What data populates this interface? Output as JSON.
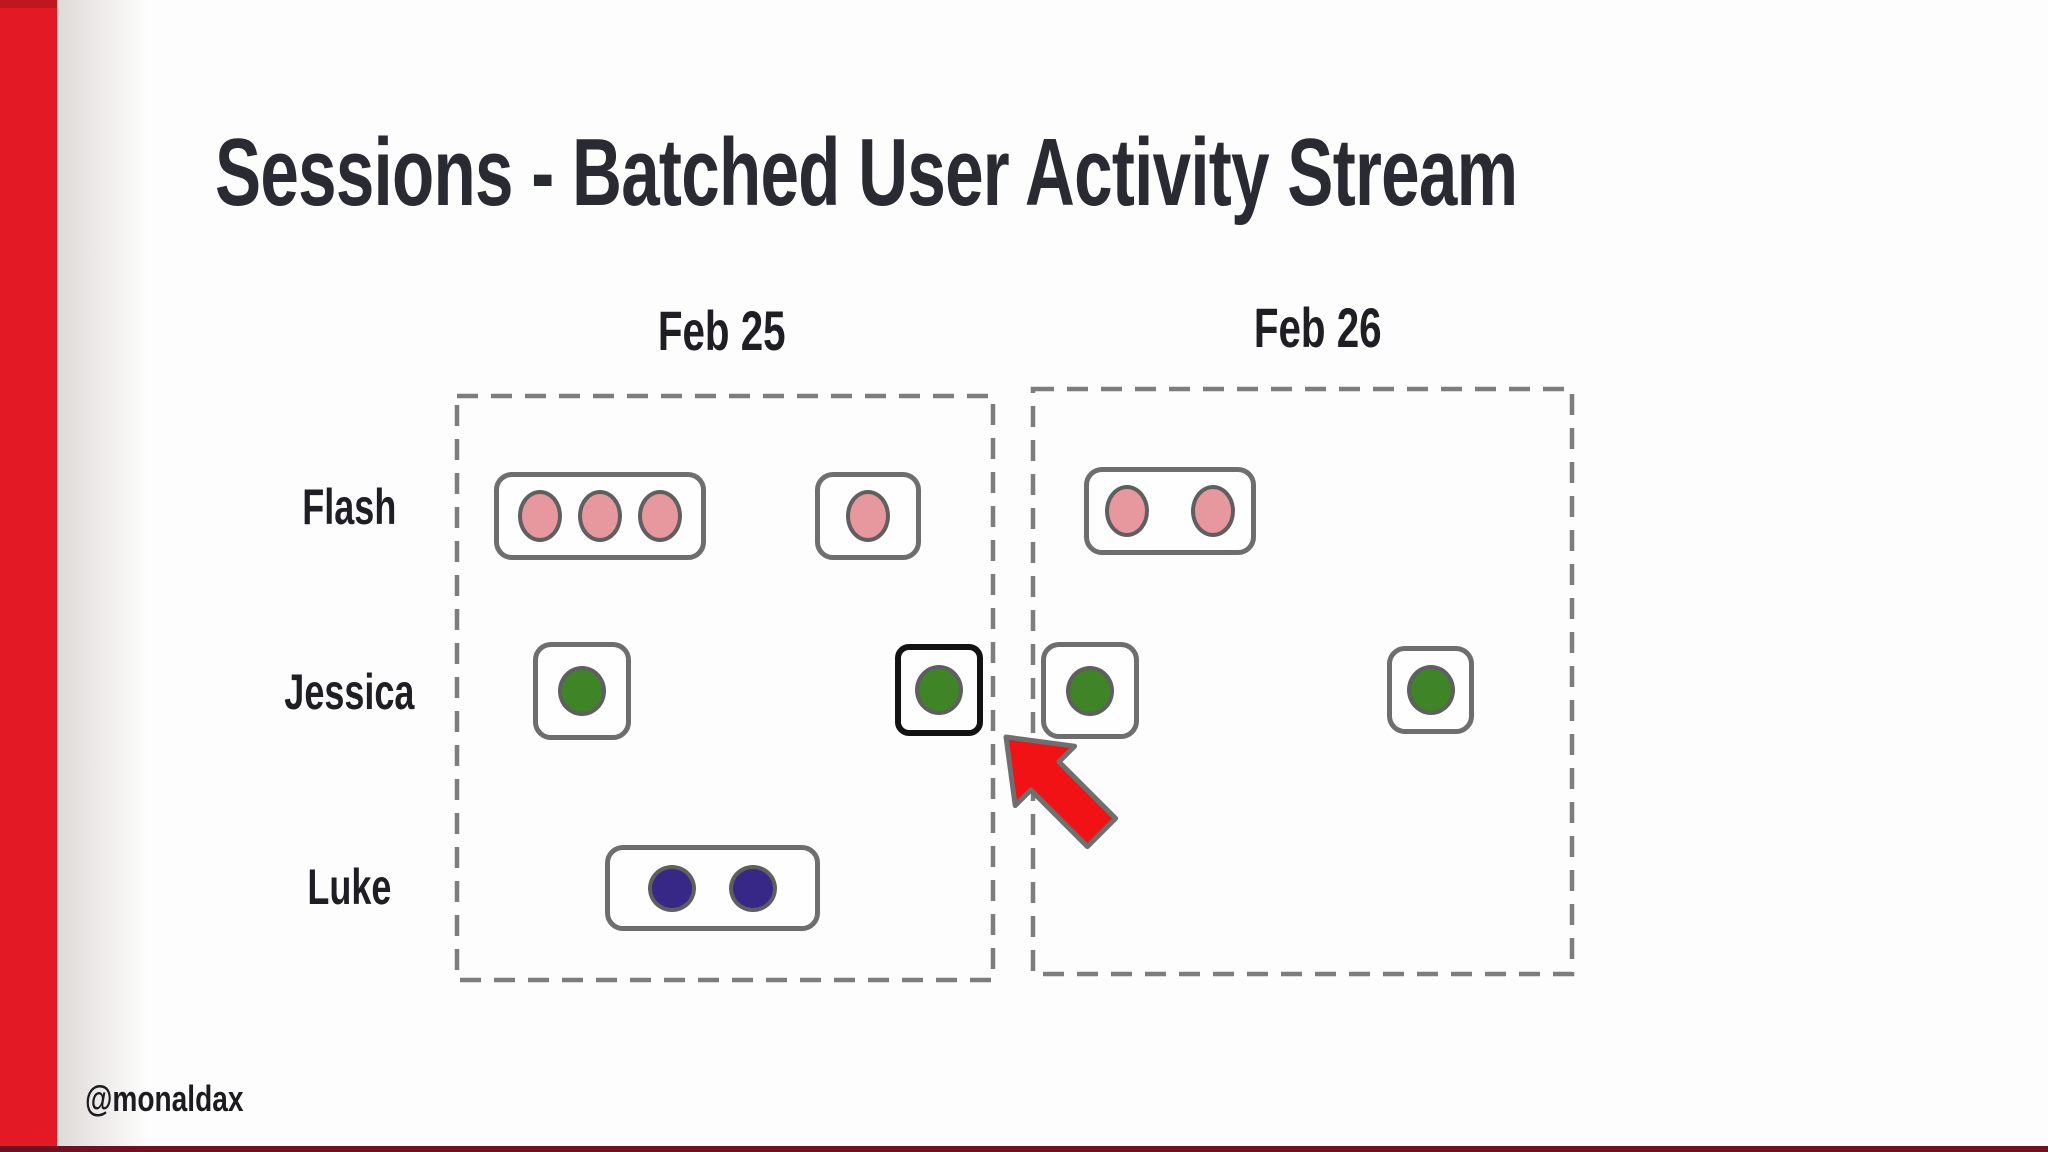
{
  "slide": {
    "title": "Sessions - Batched User Activity Stream",
    "footer_handle": "@monaldax",
    "columns": [
      "Feb 25",
      "Feb 26"
    ],
    "rows": [
      "Flash",
      "Jessica",
      "Luke"
    ]
  },
  "colors": {
    "sidebar_red": "#e31926",
    "bottom_strip_maroon": "#6f1120",
    "arrow_red": "#f01214",
    "pink_event": "#e7979e",
    "green_event": "#3f8426",
    "purple_event": "#372786",
    "session_border_gray": "#6e6e6e",
    "highlight_border_black": "#121212",
    "dashed_border_gray": "#7d7d7d"
  },
  "diagram": {
    "type": "session-batch-diagram",
    "days": [
      "Feb 25",
      "Feb 26"
    ],
    "users": [
      "Flash",
      "Jessica",
      "Luke"
    ],
    "sessions": [
      {
        "user": "Flash",
        "day": "Feb 25",
        "event_count": 3,
        "event_color": "pink",
        "highlighted": false
      },
      {
        "user": "Flash",
        "day": "Feb 25",
        "event_count": 1,
        "event_color": "pink",
        "highlighted": false
      },
      {
        "user": "Flash",
        "day": "Feb 26",
        "event_count": 2,
        "event_color": "pink",
        "highlighted": false
      },
      {
        "user": "Jessica",
        "day": "Feb 25",
        "event_count": 1,
        "event_color": "green",
        "highlighted": false
      },
      {
        "user": "Jessica",
        "day": "Feb 25",
        "event_count": 1,
        "event_color": "green",
        "highlighted": true
      },
      {
        "user": "Jessica",
        "day": "Feb 26",
        "event_count": 1,
        "event_color": "green",
        "highlighted": false
      },
      {
        "user": "Jessica",
        "day": "Feb 26",
        "event_count": 1,
        "event_color": "green",
        "highlighted": false
      },
      {
        "user": "Luke",
        "day": "Feb 25",
        "event_count": 2,
        "event_color": "purple",
        "highlighted": false
      }
    ],
    "annotation": {
      "shape": "arrow",
      "direction": "up-left",
      "points_at": "highlighted Jessica session at end of Feb 25"
    }
  }
}
